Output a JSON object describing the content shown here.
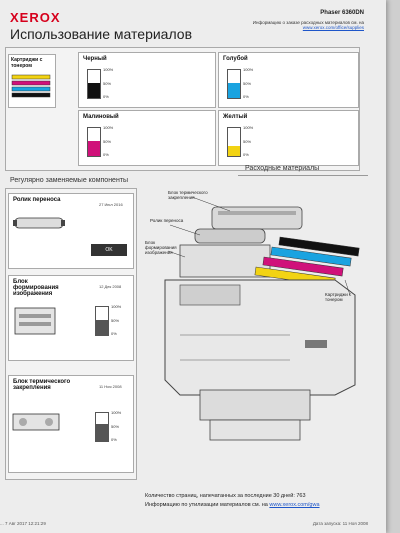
{
  "header": {
    "logo": "XEROX",
    "model": "Phaser 6360DN",
    "tagline": "Информацию о заказе расходных материалов см. на",
    "url": "www.xerox.com/office/supplies",
    "title": "Использование материалов"
  },
  "toner": {
    "section_label": "Картриджи с тонером",
    "cartridges": [
      {
        "name": "Черный",
        "color": "#111111",
        "level": 0.55,
        "pct_labels": [
          "100%",
          "50%",
          "0%"
        ]
      },
      {
        "name": "Голубой",
        "color": "#1aa3e0",
        "level": 0.55,
        "pct_labels": [
          "100%",
          "50%",
          "0%"
        ]
      },
      {
        "name": "Малиновый",
        "color": "#d0117a",
        "level": 0.55,
        "pct_labels": [
          "100%",
          "50%",
          "0%"
        ]
      },
      {
        "name": "Желтый",
        "color": "#f2d313",
        "level": 0.35,
        "pct_labels": [
          "100%",
          "50%",
          "0%"
        ]
      }
    ]
  },
  "components": {
    "section_label": "Регулярно заменяемые компоненты",
    "items": [
      {
        "name": "Ролик переноса",
        "date": "27 Июл 2016",
        "ok_label": "OK"
      },
      {
        "name": "Блок формирования изображения",
        "date": "12 Дек 2008",
        "level": 0.55,
        "pct_labels": [
          "100%",
          "50%",
          "0%"
        ]
      },
      {
        "name": "Блок термического закрепления",
        "date": "11 Ноя 2008",
        "level": 0.6,
        "pct_labels": [
          "100%",
          "50%",
          "0%"
        ]
      }
    ]
  },
  "supplies": {
    "tab_label": "Расходные материалы",
    "callouts": [
      "Блок термического закрепления",
      "Ролик переноса",
      "Блок формирования изображения",
      "Картриджи с тонером"
    ]
  },
  "bottom": {
    "pages_text": "Количество страниц, напечатанных за последние 30 дней: 763",
    "recycle_text": "Информацию по утилизации материалов см. на",
    "recycle_url": "www.xerox.com/gwa"
  },
  "footer": {
    "left": "... 7 Авг 2017 12:21:29",
    "right": "Дата запуска: 11 Ноя 2008"
  }
}
